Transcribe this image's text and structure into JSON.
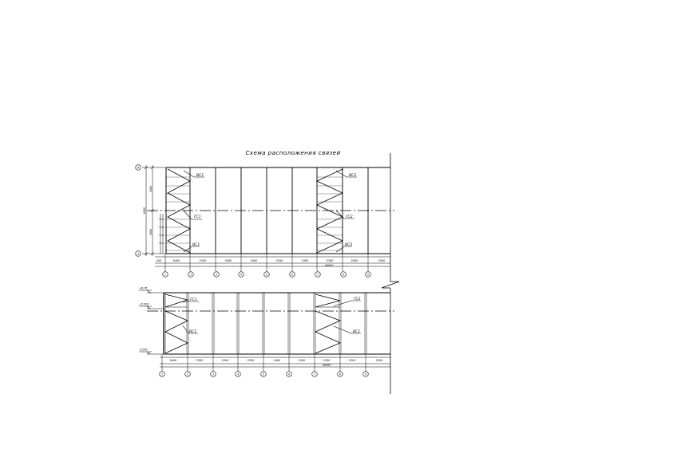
{
  "title": "Схема расположения связей",
  "plan": {
    "row_axes": [
      "В",
      "А"
    ],
    "row_dims": [
      "3000",
      "3000",
      "6000"
    ],
    "bay_dims": [
      "500",
      "6400",
      "5300",
      "5400",
      "5400",
      "5300",
      "5300",
      "5300",
      "5400",
      "5300"
    ],
    "total": "48900",
    "col_axes": [
      "1",
      "2",
      "3",
      "4",
      "5",
      "6",
      "7",
      "8",
      "9"
    ],
    "marks": {
      "vs1_top": "ВС1",
      "gs1": "ГС1",
      "vs1_bot": "ВС1",
      "vs2_top": "ВС2",
      "gs2": "ГС2",
      "vs2_bot": "ВС2"
    }
  },
  "elevation": {
    "levels": [
      "+6,76",
      "+5,500",
      "0,000"
    ],
    "bay_dims": [
      "6400",
      "5300",
      "5300",
      "5300",
      "5400",
      "5300",
      "5300",
      "5300",
      "5300"
    ],
    "total": "48900",
    "col_axes": [
      "1",
      "2",
      "3",
      "4",
      "5",
      "6",
      "7",
      "8",
      "9"
    ],
    "marks": {
      "gs1_a": "ГС1",
      "vs1_a": "ВС1",
      "gs1_b": "ГС1",
      "vs1_b": "ВС1"
    }
  }
}
